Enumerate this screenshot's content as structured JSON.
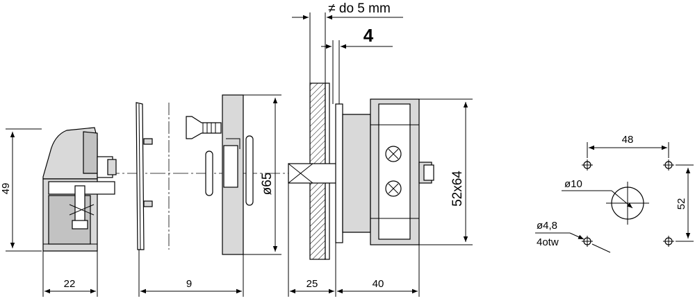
{
  "drawing": {
    "dim_gap_top": "≠ do 5 mm",
    "dim_plate": "4",
    "dim_height_left": "49",
    "dim_width_knob": "22",
    "dim_spacing": "9",
    "dim_panel": "25",
    "dim_body": "40",
    "dim_diameter": "ø65",
    "dim_body_size": "52x64",
    "hole_pattern": {
      "width": "48",
      "height": "52",
      "center_hole": "ø10",
      "small_holes": "ø4,8",
      "hole_count": "4otw"
    }
  }
}
